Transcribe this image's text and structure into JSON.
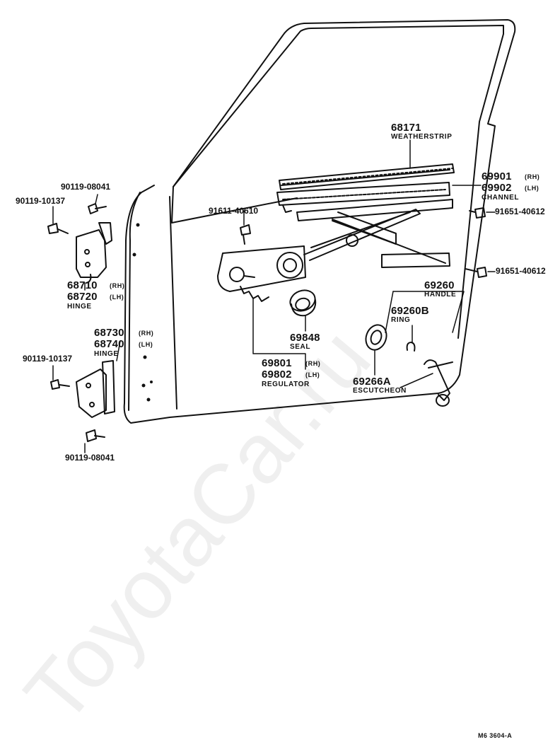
{
  "watermark": "ToyotaCar.ru",
  "figure_code": "M6 3604-A",
  "parts": {
    "weatherstrip": {
      "number": "68171",
      "name": "WEATHERSTRIP"
    },
    "channel": {
      "number_rh": "69901",
      "side_rh": "(RH)",
      "number_lh": "69902",
      "side_lh": "(LH)",
      "name": "CHANNEL"
    },
    "bolt_window_upper": "91611-40610",
    "bolt_rear_upper": "91651-40612",
    "bolt_rear_lower": "91651-40612",
    "handle": {
      "number": "69260",
      "name": "HANDLE"
    },
    "ring": {
      "number": "69260B",
      "name": "RING"
    },
    "seal": {
      "number": "69848",
      "name": "SEAL"
    },
    "regulator": {
      "number_rh": "69801",
      "side_rh": "(RH)",
      "number_lh": "69802",
      "side_lh": "(LH)",
      "name": "REGULATOR"
    },
    "escutcheon": {
      "number": "69266A",
      "name": "ESCUTCHEON"
    },
    "upper_hinge": {
      "number_rh": "68710",
      "side_rh": "(RH)",
      "number_lh": "68720",
      "side_lh": "(LH)",
      "name": "HINGE"
    },
    "lower_hinge": {
      "number_rh": "68730",
      "side_rh": "(RH)",
      "number_lh": "68740",
      "side_lh": "(LH)",
      "name": "HINGE"
    },
    "upper_hinge_bolt_a": "90119-08041",
    "upper_hinge_bolt_b": "90119-10137",
    "lower_hinge_bolt_a": "90119-10137",
    "lower_hinge_bolt_b": "90119-08041"
  },
  "colors": {
    "ink": "#111111",
    "paper": "#ffffff"
  }
}
